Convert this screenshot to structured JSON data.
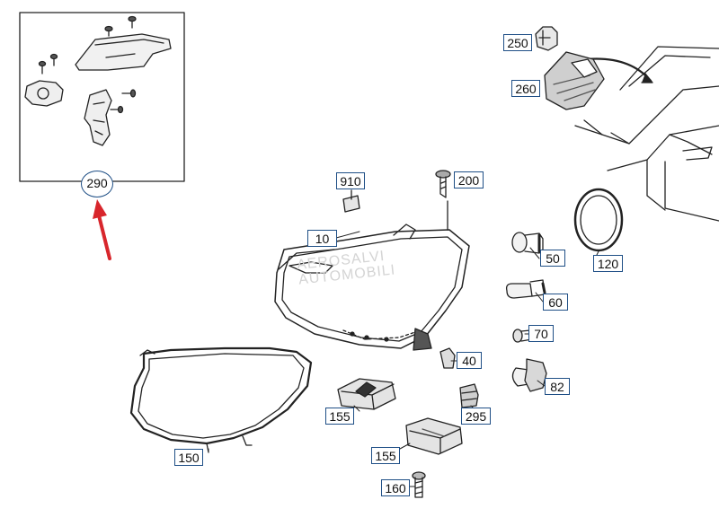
{
  "watermark": [
    "AEROSALVI",
    "AUTOMOBILI"
  ],
  "labels": {
    "p290": "290",
    "p250": "250",
    "p260": "260",
    "p910": "910",
    "p200": "200",
    "p10": "10",
    "p50": "50",
    "p120": "120",
    "p60": "60",
    "p70": "70",
    "p40": "40",
    "p82": "82",
    "p155a": "155",
    "p295": "295",
    "p155b": "155",
    "p150": "150",
    "p160": "160"
  },
  "colors": {
    "label_border": "#1f4f86",
    "line": "#222222",
    "arrow": "#d8262c"
  }
}
